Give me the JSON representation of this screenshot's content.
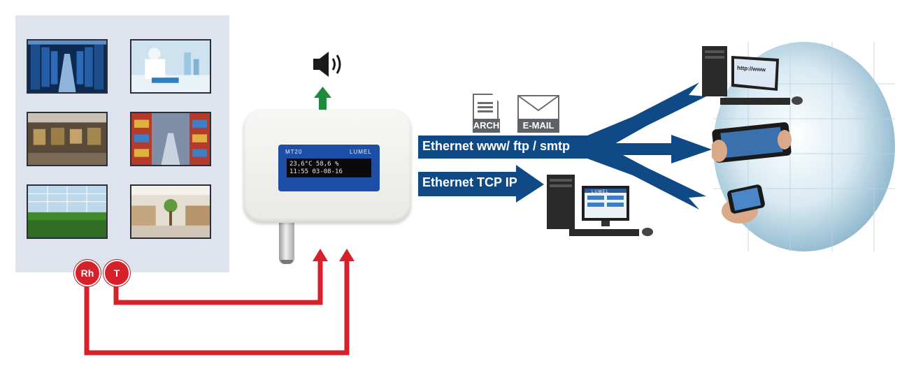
{
  "sensors": {
    "rh_label": "Rh",
    "t_label": "T"
  },
  "device": {
    "model": "MT20",
    "brand": "LUMEL",
    "line1": "23,6°C  58,6 %",
    "line2": "11:55 03-08-16"
  },
  "outputs": {
    "archive_label": "ARCH",
    "email_label": "E-MAIL"
  },
  "links": {
    "ethernet_web": "Ethernet www/ ftp / smtp",
    "ethernet_tcp": "Ethernet TCP IP"
  },
  "monitor": {
    "brand": "LUMEL",
    "browser_text": "http://www"
  },
  "icons": [
    "speaker-icon",
    "archive-icon",
    "email-icon",
    "server-computer",
    "tablet",
    "smartphone"
  ],
  "colors": {
    "red_line": "#d6202a",
    "blue_arrow": "#0f4a86",
    "green_arrow": "#1e8a3c",
    "device_screen": "#1e4fa6"
  }
}
